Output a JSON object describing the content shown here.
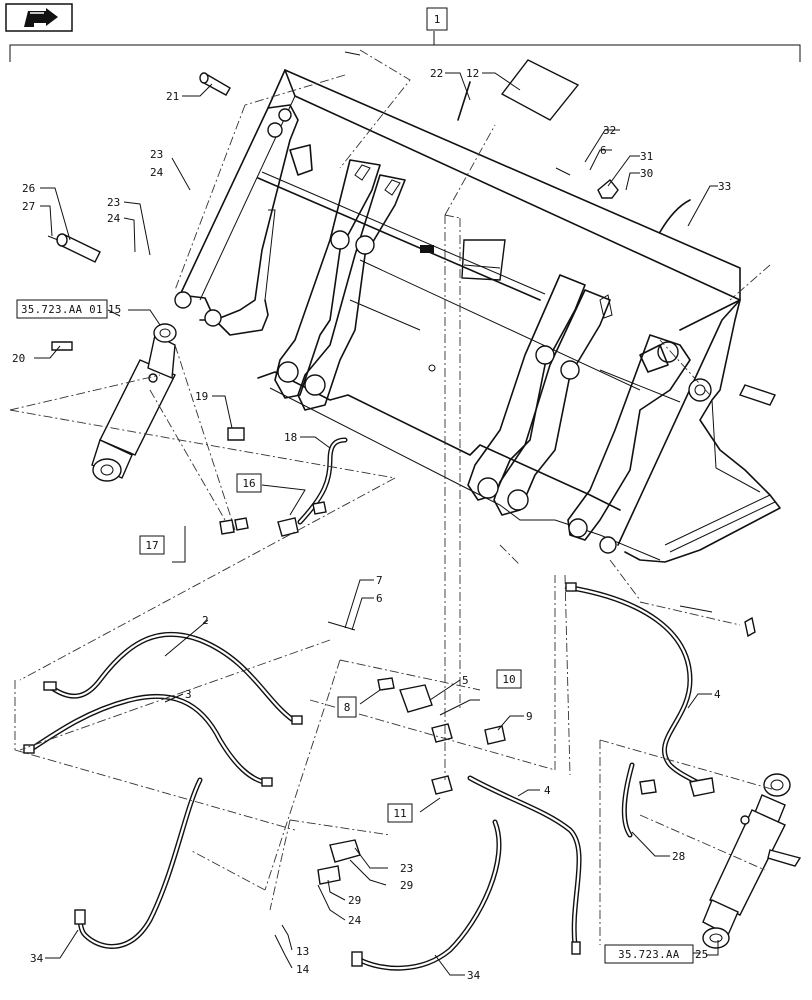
{
  "toolbar": {
    "nav_icon": "arrow-back-icon"
  },
  "callouts": {
    "main_assembly": "1",
    "valve_group_8": "8",
    "valve_group_10": "10",
    "valve_group_11": "11",
    "group_16": "16",
    "group_17": "17"
  },
  "references": {
    "ref_left": "35.723.AA 01",
    "ref_right": "35.723.AA"
  },
  "parts": {
    "p2": "2",
    "p3": "3",
    "p4a": "4",
    "p4b": "4",
    "p5": "5",
    "p6a": "6",
    "p6b": "6",
    "p7": "7",
    "p9": "9",
    "p12": "12",
    "p13": "13",
    "p14": "14",
    "p15": "15",
    "p18": "18",
    "p19": "19",
    "p20": "20",
    "p21": "21",
    "p22": "22",
    "p23a": "23",
    "p24a": "24",
    "p23b": "23",
    "p24b": "24",
    "p23c": "23",
    "p24c": "24",
    "p25": "25",
    "p26": "26",
    "p27": "27",
    "p28": "28",
    "p29a": "29",
    "p29b": "29",
    "p30": "30",
    "p31": "31",
    "p32": "32",
    "p33": "33",
    "p34a": "34",
    "p34b": "34"
  }
}
